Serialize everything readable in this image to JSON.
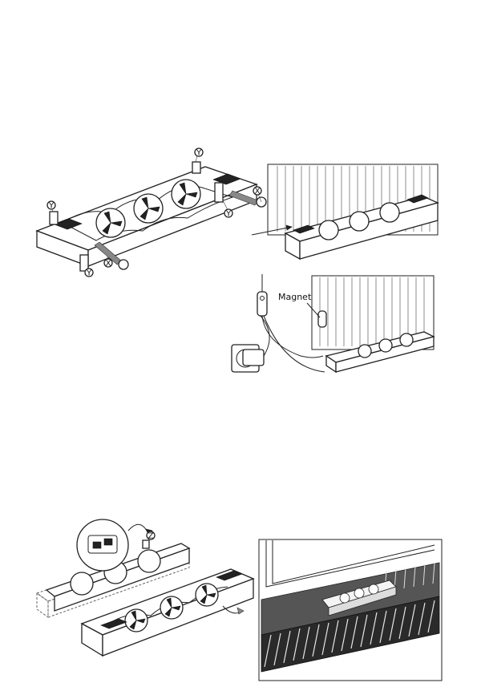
{
  "figure1": {
    "labels": {
      "y_top": "Y",
      "x_right": "X",
      "y_right": "Y",
      "y_left": "Y",
      "x_bottom": "X",
      "y_bottom": "Y"
    }
  },
  "figure3": {
    "magnet_label": "Magnet"
  },
  "figure4": {
    "label_z": "Z"
  }
}
